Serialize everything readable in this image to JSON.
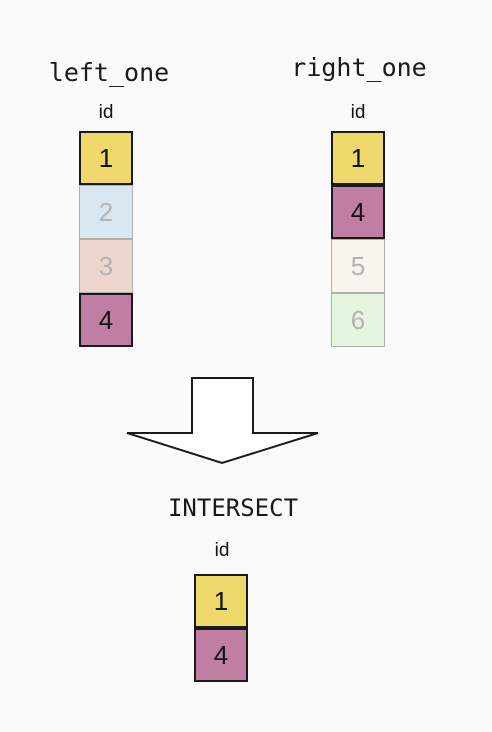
{
  "left_table": {
    "name": "left_one",
    "column": "id",
    "rows": [
      {
        "value": "1",
        "color": "#eed96a",
        "state": "active"
      },
      {
        "value": "2",
        "color": "#d8e7f0",
        "state": "faded"
      },
      {
        "value": "3",
        "color": "#ecd6cd",
        "state": "faded"
      },
      {
        "value": "4",
        "color": "#bf7ea2",
        "state": "active"
      }
    ]
  },
  "right_table": {
    "name": "right_one",
    "column": "id",
    "rows": [
      {
        "value": "1",
        "color": "#eed96a",
        "state": "active"
      },
      {
        "value": "4",
        "color": "#bf7ea2",
        "state": "active"
      },
      {
        "value": "5",
        "color": "#f9f4ee",
        "state": "faded"
      },
      {
        "value": "6",
        "color": "#e6f5df",
        "state": "faded"
      }
    ]
  },
  "operation": "INTERSECT",
  "result_table": {
    "column": "id",
    "rows": [
      {
        "value": "1",
        "color": "#eed96a",
        "state": "active"
      },
      {
        "value": "4",
        "color": "#bf7ea2",
        "state": "active"
      }
    ]
  }
}
